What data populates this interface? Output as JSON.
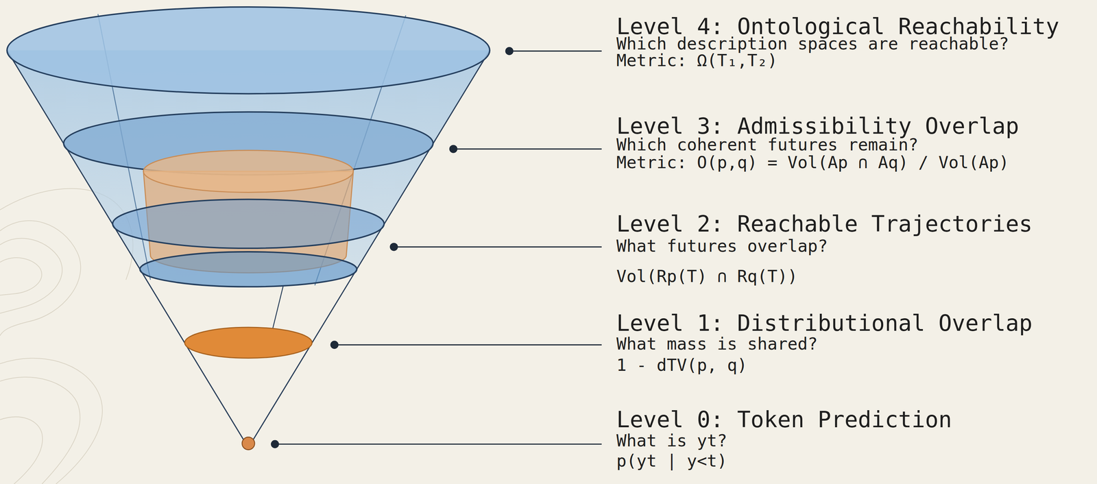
{
  "diagram": {
    "labels": [
      "Level 4: Ontological Reachability",
      "Which description spaces are reachable?",
      "Metric: Ω(T₁,T₂)",
      "Level 3: Admissibility Overlap",
      "Which coherent futures remain?",
      "Metric: O(p,q) = Vol(Ap ∩ Aq) / Vol(Ap)",
      "Level 2: Reachable Trajectories",
      "What futures overlap?",
      "Vol(Rp(T) ∩ Rq(T))",
      "Level 1: Distributional Overlap",
      "What mass is shared?",
      "1 - dTV(p, q)",
      "Level 0: Token Prediction",
      "What is yt?",
      "p(yt | y<t)"
    ]
  }
}
